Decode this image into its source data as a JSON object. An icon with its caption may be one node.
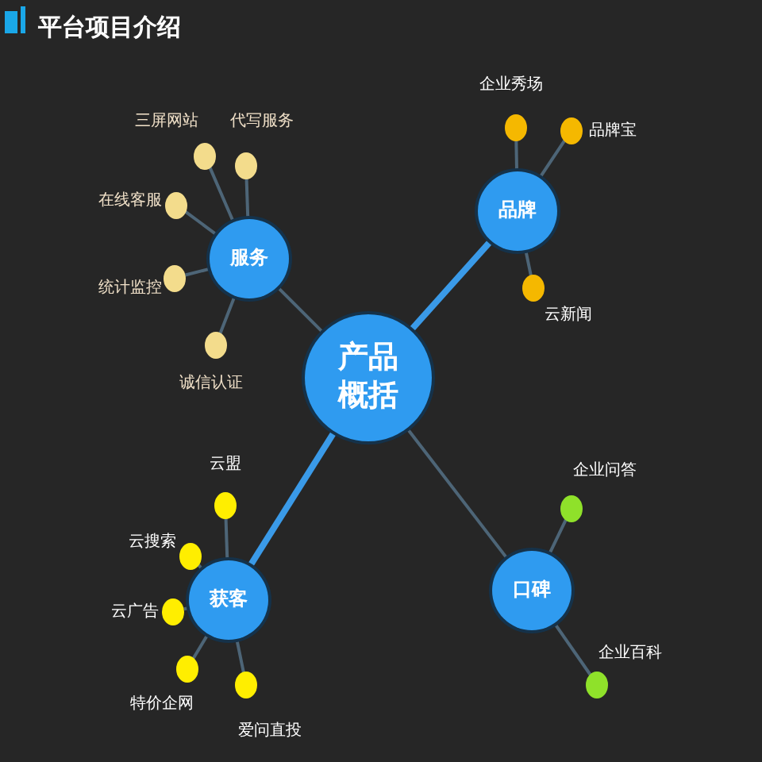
{
  "diagram": {
    "title": "平台项目介绍",
    "nodes": [
      {
        "text": [
          "产品概括"
        ]
      },
      {
        "text": [
          "服务"
        ]
      },
      {
        "text": [],
        "shape": "circle",
        "beside": [
          "三屏网站"
        ]
      },
      {
        "text": [],
        "shape": "circle",
        "beside": [
          "代写服务"
        ]
      },
      {
        "text": [],
        "shape": "circle",
        "beside": [
          "在线客服"
        ]
      },
      {
        "text": [],
        "shape": "circle",
        "beside": [
          "统计监控"
        ]
      },
      {
        "text": [],
        "shape": "circle",
        "beside": [
          "诚信认证"
        ]
      },
      {
        "text": [
          "品牌"
        ]
      },
      {
        "text": [],
        "shape": "circle",
        "beside": [
          "企业秀场"
        ]
      },
      {
        "text": [],
        "shape": "circle",
        "beside": [
          "品牌宝"
        ]
      },
      {
        "text": [],
        "shape": "circle",
        "beside": [
          "云新闻"
        ]
      },
      {
        "text": [
          "获客"
        ]
      },
      {
        "text": [],
        "shape": "circle",
        "beside": [
          "云盟"
        ]
      },
      {
        "text": [],
        "shape": "circle",
        "beside": [
          "云搜索"
        ]
      },
      {
        "text": [],
        "shape": "circle",
        "beside": [
          "云广告"
        ]
      },
      {
        "text": [],
        "shape": "circle",
        "beside": [
          "特价企网"
        ]
      },
      {
        "text": [],
        "shape": "circle",
        "beside": [
          "爱问直投"
        ]
      },
      {
        "text": [
          "口碑"
        ]
      },
      {
        "text": [],
        "shape": "circle",
        "beside": [
          "企业问答"
        ]
      },
      {
        "text": [],
        "shape": "circle",
        "beside": [
          "企业百科"
        ]
      }
    ],
    "edges": [
      {
        "from": 0,
        "to": 1,
        "arrow": "none"
      },
      {
        "from": 0,
        "to": 7,
        "arrow": "none",
        "style": "thick",
        "color": "#3a9ae8"
      },
      {
        "from": 0,
        "to": 11,
        "arrow": "none",
        "style": "thick",
        "color": "#3a9ae8"
      },
      {
        "from": 0,
        "to": 17,
        "arrow": "none"
      },
      {
        "from": 1,
        "to": 2,
        "arrow": "none"
      },
      {
        "from": 1,
        "to": 3,
        "arrow": "none"
      },
      {
        "from": 1,
        "to": 4,
        "arrow": "none"
      },
      {
        "from": 1,
        "to": 5,
        "arrow": "none"
      },
      {
        "from": 1,
        "to": 6,
        "arrow": "none"
      },
      {
        "from": 7,
        "to": 8,
        "arrow": "none"
      },
      {
        "from": 7,
        "to": 9,
        "arrow": "none"
      },
      {
        "from": 7,
        "to": 10,
        "arrow": "none"
      },
      {
        "from": 11,
        "to": 12,
        "arrow": "none"
      },
      {
        "from": 11,
        "to": 13,
        "arrow": "none"
      },
      {
        "from": 11,
        "to": 14,
        "arrow": "none"
      },
      {
        "from": 11,
        "to": 15,
        "arrow": "none"
      },
      {
        "from": 11,
        "to": 16,
        "arrow": "none"
      },
      {
        "from": 17,
        "to": 18,
        "arrow": "none"
      },
      {
        "from": 17,
        "to": 19,
        "arrow": "none"
      }
    ]
  }
}
